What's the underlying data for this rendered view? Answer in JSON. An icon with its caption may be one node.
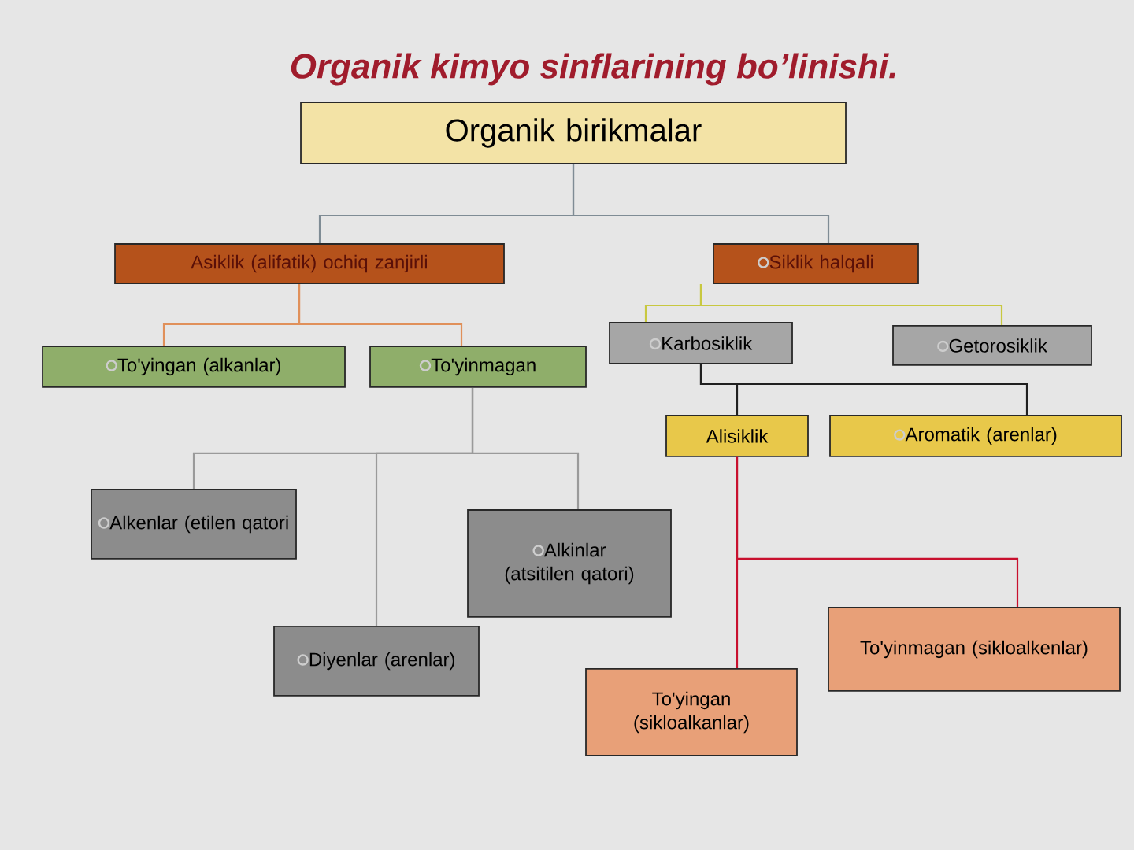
{
  "diagram": {
    "title": "Organik kimyo sinflarining bo’linishi.",
    "nodes": [
      {
        "text": [
          "Organik birikmalar"
        ]
      },
      {
        "text": [
          "Asiklik (alifatik) ochiq zanjirli"
        ]
      },
      {
        "text": [
          "Siklik halqali"
        ]
      },
      {
        "text": [
          "To'yingan (alkanlar)"
        ]
      },
      {
        "text": [
          "To'yinmagan"
        ]
      },
      {
        "text": [
          "Karbosiklik"
        ]
      },
      {
        "text": [
          "Getorosiklik"
        ]
      },
      {
        "text": [
          "Alisiklik"
        ]
      },
      {
        "text": [
          "Aromatik (arenlar)"
        ]
      },
      {
        "text": [
          "Alkenlar (etilen qatori"
        ]
      },
      {
        "text": [
          "Diyenlar (arenlar)"
        ]
      },
      {
        "text": [
          "Alkinlar (atsitilen qatori)"
        ]
      },
      {
        "text": [
          "To'yinmagan (sikloalkenlar)"
        ]
      },
      {
        "text": [
          "To'yingan (sikloalkanlar)"
        ]
      }
    ],
    "edges": [
      {
        "from": 0,
        "to": 1,
        "arrow": "none",
        "color": "#7f8c95"
      },
      {
        "from": 0,
        "to": 2,
        "arrow": "none",
        "color": "#7f8c95"
      },
      {
        "from": 1,
        "to": 3,
        "arrow": "none",
        "color": "#e0905a"
      },
      {
        "from": 1,
        "to": 4,
        "arrow": "none",
        "color": "#e0905a"
      },
      {
        "from": 2,
        "to": 5,
        "arrow": "none",
        "color": "#c8c840"
      },
      {
        "from": 2,
        "to": 6,
        "arrow": "none",
        "color": "#c8c840"
      },
      {
        "from": 5,
        "to": 7,
        "arrow": "none",
        "color": "#202020"
      },
      {
        "from": 5,
        "to": 8,
        "arrow": "none",
        "color": "#202020"
      },
      {
        "from": 4,
        "to": 9,
        "arrow": "none",
        "color": "#9a9a9a"
      },
      {
        "from": 4,
        "to": 10,
        "arrow": "none",
        "color": "#9a9a9a"
      },
      {
        "from": 4,
        "to": 11,
        "arrow": "none",
        "color": "#9a9a9a"
      },
      {
        "from": 7,
        "to": 12,
        "arrow": "none",
        "color": "#c8102e"
      },
      {
        "from": 7,
        "to": 13,
        "arrow": "none",
        "color": "#c8102e"
      }
    ]
  }
}
